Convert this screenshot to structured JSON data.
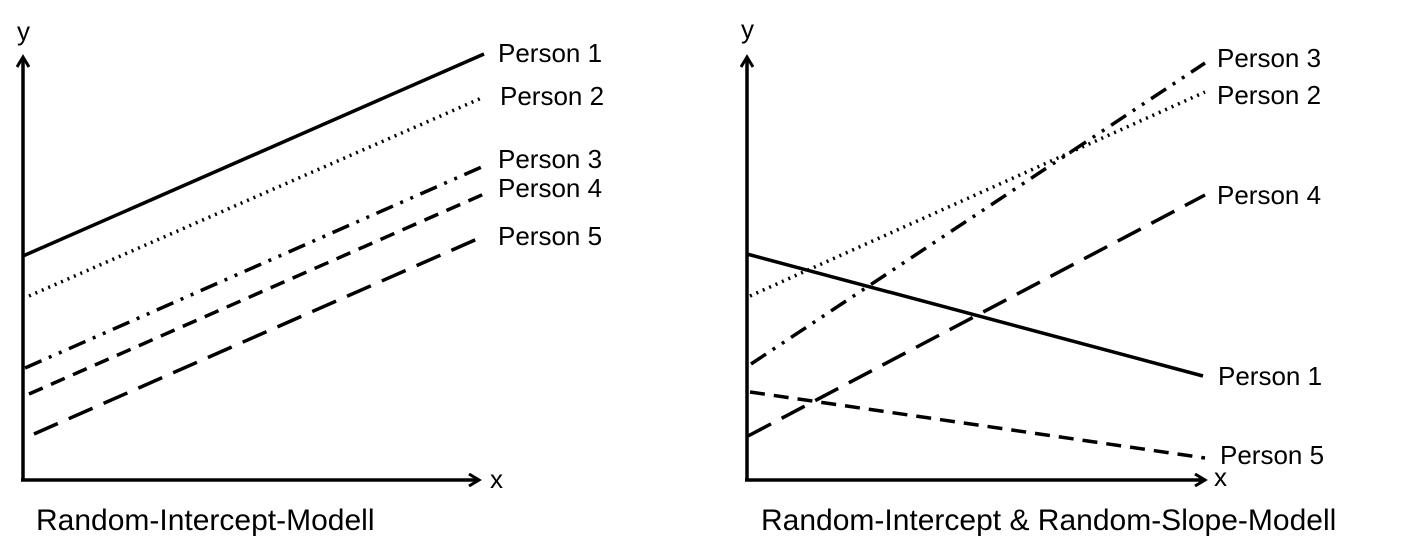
{
  "panels": [
    {
      "caption": "Random-Intercept-Modell",
      "x_axis_label": "x",
      "y_axis_label": "y",
      "lines": [
        {
          "label": "Person 1",
          "style": "solid"
        },
        {
          "label": "Person 2",
          "style": "dotted"
        },
        {
          "label": "Person 3",
          "style": "dash-dot-dot"
        },
        {
          "label": "Person 4",
          "style": "dashed"
        },
        {
          "label": "Person 5",
          "style": "long-dash"
        }
      ]
    },
    {
      "caption": "Random-Intercept & Random-Slope-Modell",
      "x_axis_label": "x",
      "y_axis_label": "y",
      "lines": [
        {
          "label": "Person 1",
          "style": "solid"
        },
        {
          "label": "Person 2",
          "style": "dotted"
        },
        {
          "label": "Person 3",
          "style": "dash-dot-dot"
        },
        {
          "label": "Person 4",
          "style": "long-dash"
        },
        {
          "label": "Person 5",
          "style": "dashed"
        }
      ]
    }
  ]
}
